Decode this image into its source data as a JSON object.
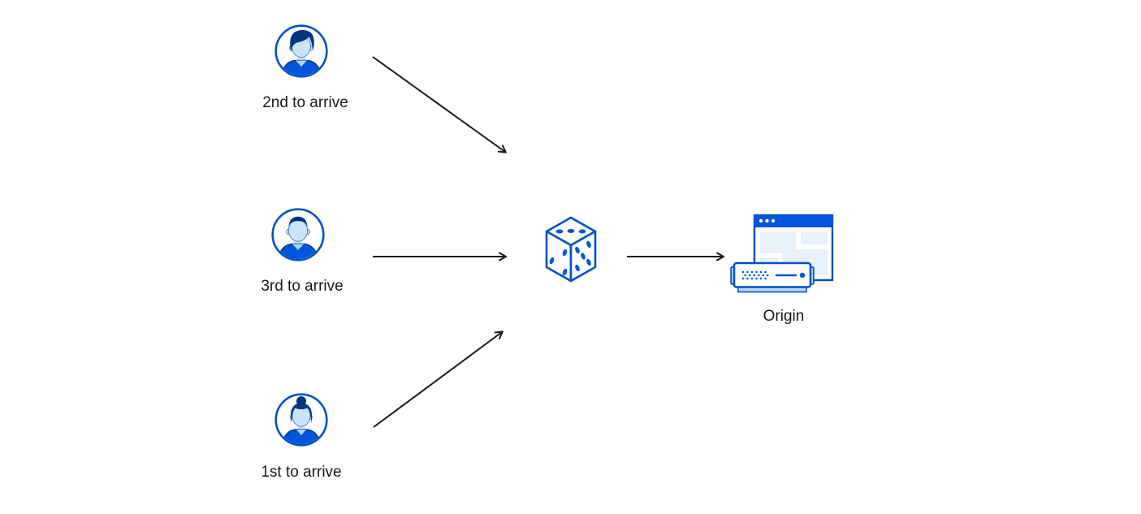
{
  "diagram": {
    "name": "random-steering-load-balancing",
    "nodes": {
      "client_second": {
        "label": "2nd to arrive",
        "icon": "user-avatar-man-swept-hair"
      },
      "client_third": {
        "label": "3rd to arrive",
        "icon": "user-avatar-man-short-hair"
      },
      "client_first": {
        "label": "1st to arrive",
        "icon": "user-avatar-woman-bun"
      },
      "balancer": {
        "label": "",
        "icon": "dice"
      },
      "origin": {
        "label": "Origin",
        "icon": "server-with-browser-window"
      }
    },
    "edges": [
      {
        "from": "client_second",
        "to": "balancer"
      },
      {
        "from": "client_third",
        "to": "balancer"
      },
      {
        "from": "client_first",
        "to": "balancer"
      },
      {
        "from": "balancer",
        "to": "origin"
      }
    ],
    "colors": {
      "stroke_blue": "#0051c3",
      "fill_blue": "#0055dc",
      "hair_navy": "#003681",
      "face_light_blue": "#c9e4f7",
      "panel_light_blue": "#e8f1fa",
      "server_shadow_blue": "#bcd9f2",
      "arrow_black": "#17181a",
      "background": "#ffffff"
    }
  }
}
